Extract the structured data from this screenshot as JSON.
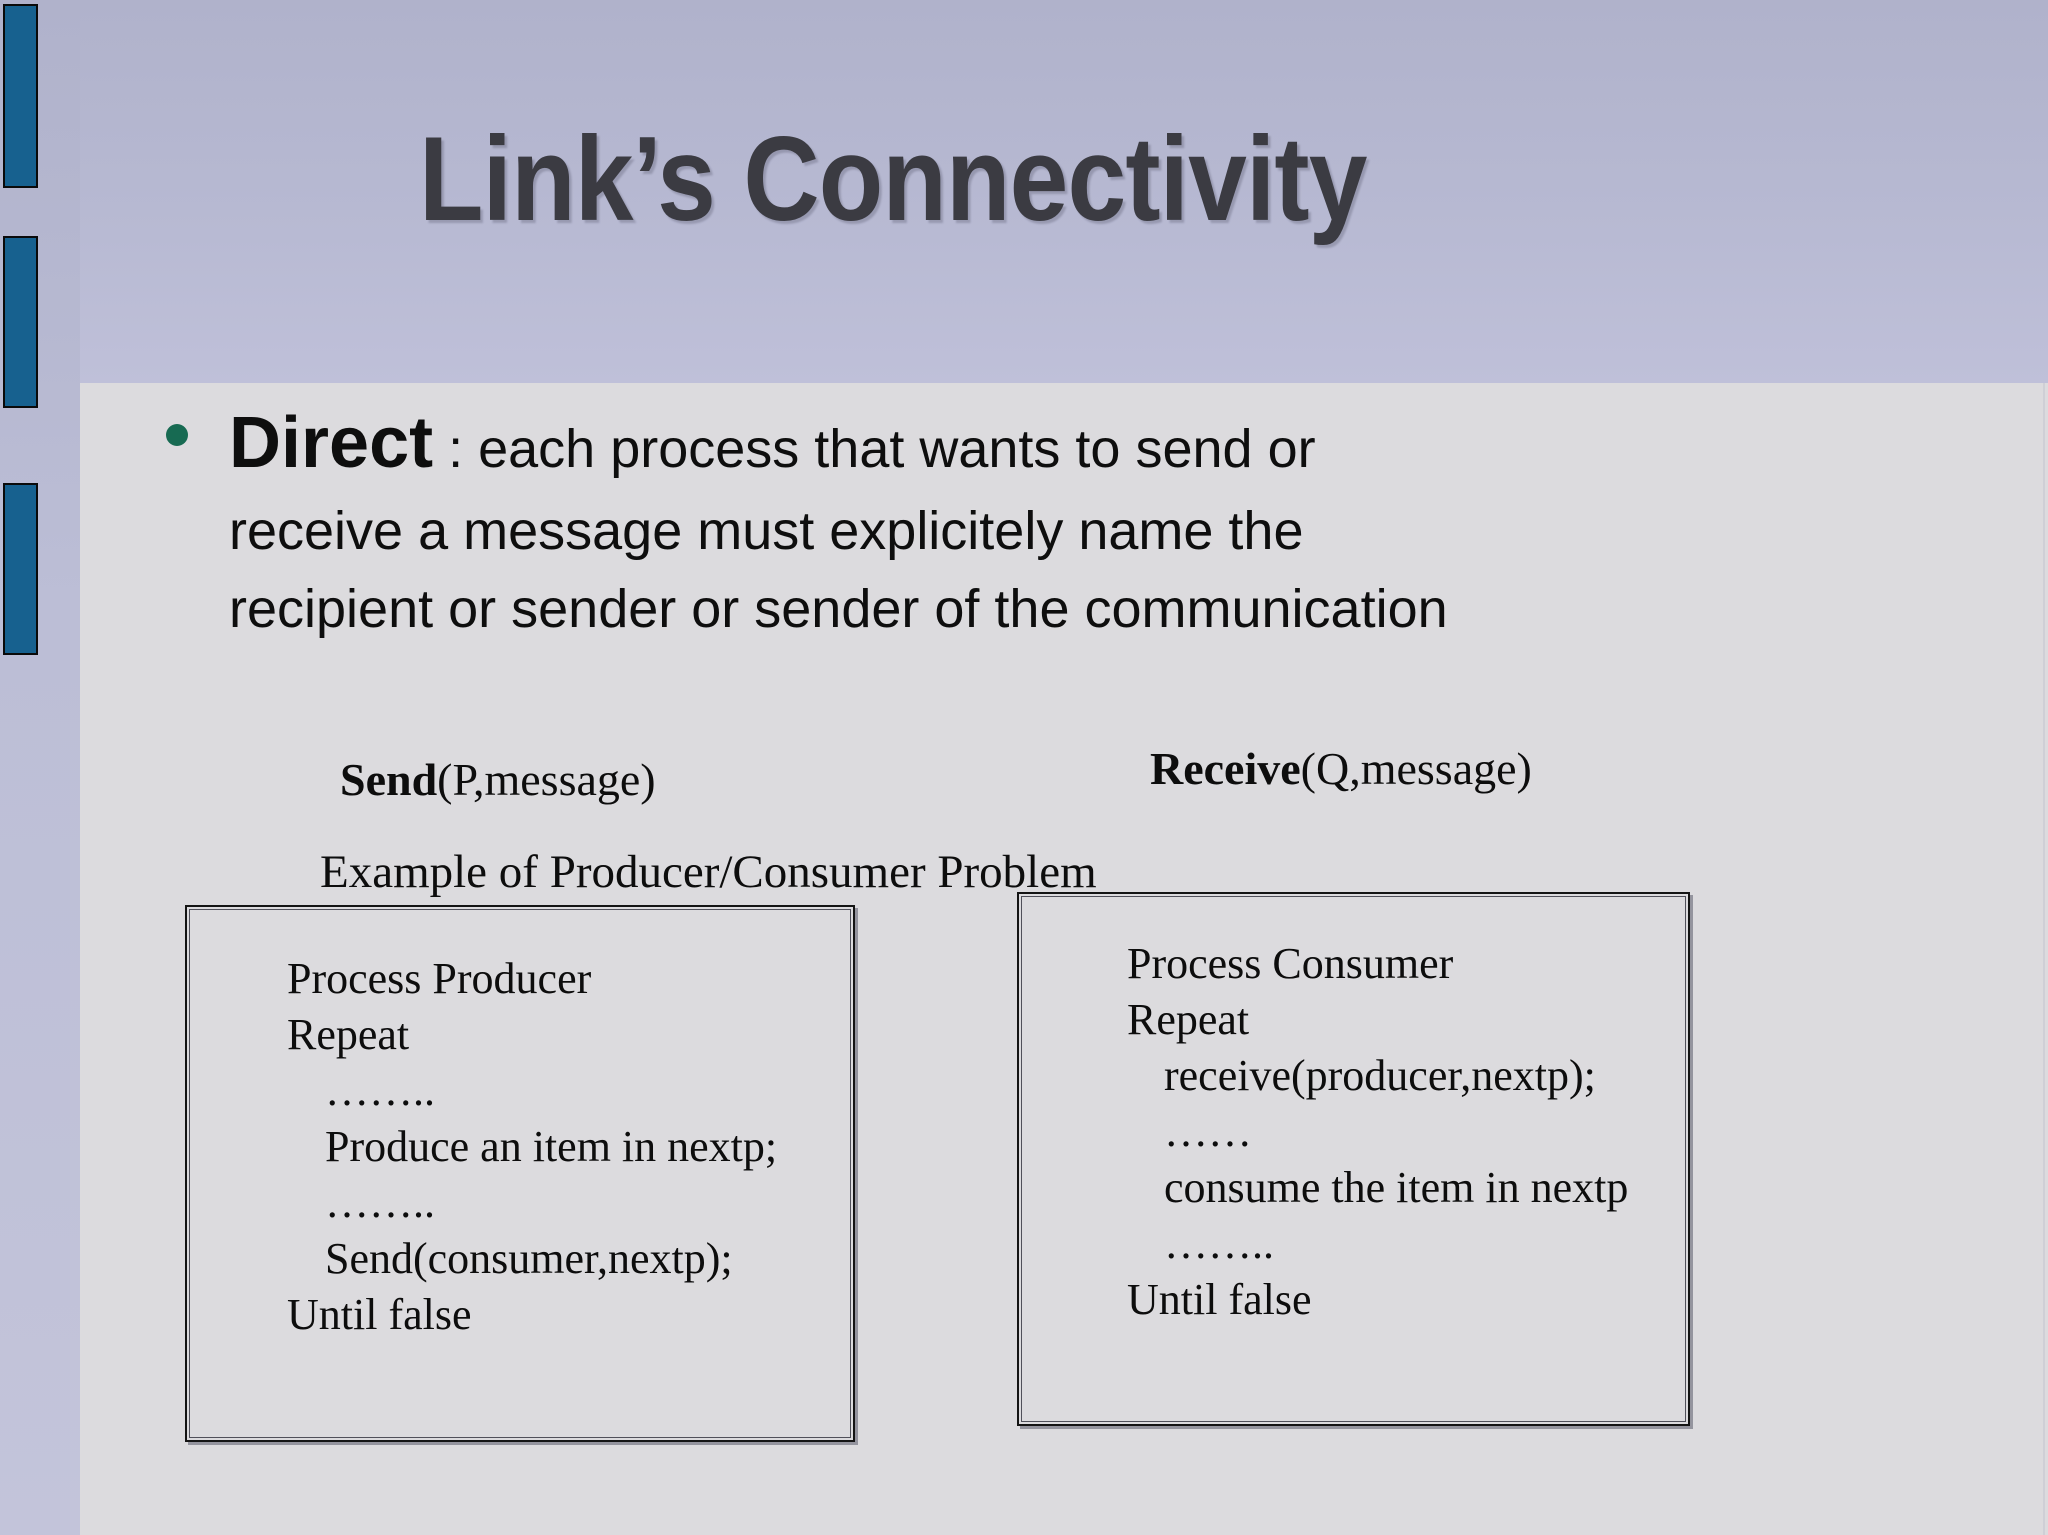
{
  "title": "Link’s Connectivity",
  "bullet": {
    "term": "Direct",
    "line1": " : each process that wants to send or",
    "line2": "receive a message must explicitely name the",
    "line3": "recipient or sender or sender of the communication"
  },
  "send": {
    "bold": "Send",
    "rest": "(P,message)"
  },
  "receive": {
    "bold": "Receive",
    "rest": "(Q,message)"
  },
  "example": "Example of Producer/Consumer Problem",
  "producer_lines": [
    {
      "text": "Process Producer",
      "indent": false
    },
    {
      "text": "Repeat",
      "indent": false
    },
    {
      "text": "……..",
      "indent": true
    },
    {
      "text": "Produce an item in nextp;",
      "indent": true
    },
    {
      "text": "……..",
      "indent": true
    },
    {
      "text": "Send(consumer,nextp);",
      "indent": true
    },
    {
      "text": "Until false",
      "indent": false
    }
  ],
  "consumer_lines": [
    {
      "text": "Process Consumer",
      "indent": false
    },
    {
      "text": "Repeat",
      "indent": false
    },
    {
      "text": "receive(producer,nextp);",
      "indent": true
    },
    {
      "text": "……",
      "indent": true
    },
    {
      "text": "consume the item in nextp",
      "indent": true
    },
    {
      "text": "……..",
      "indent": true
    },
    {
      "text": "Until false",
      "indent": false
    }
  ],
  "colors": {
    "band_lavender": "#b7b9d2",
    "content_gray": "#dcdbde",
    "accent_blue": "#17618f",
    "bullet_green": "#176a52",
    "title_charcoal": "#3b3b42",
    "text_black": "#0e0e0e"
  }
}
